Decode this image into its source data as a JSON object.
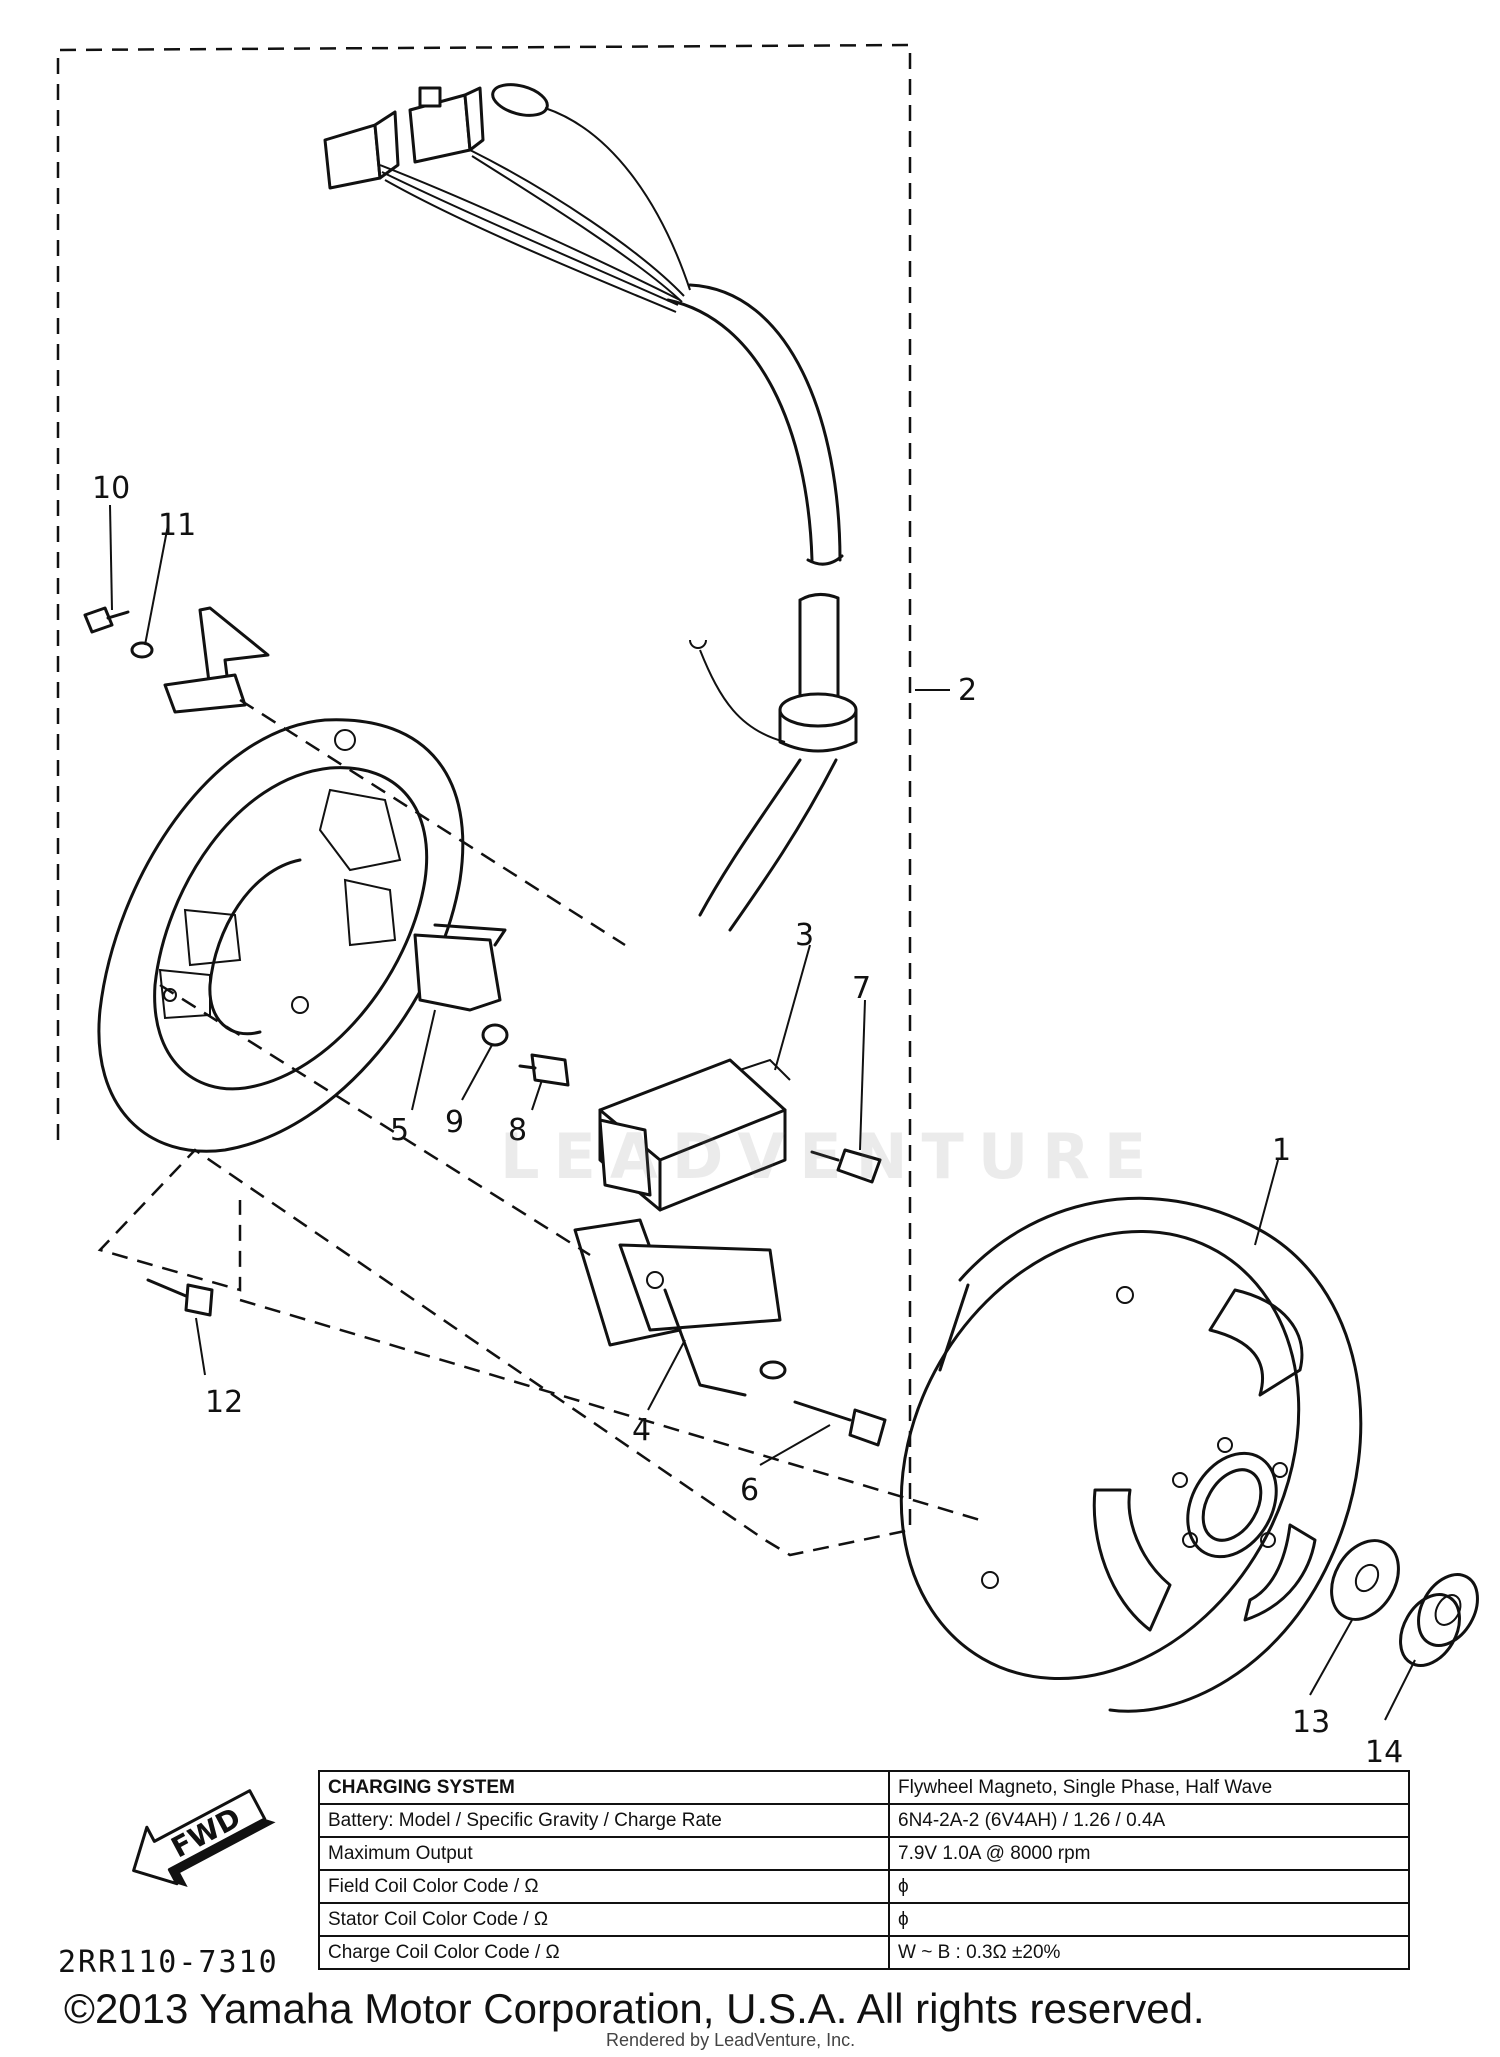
{
  "callouts": {
    "c1": "1",
    "c2": "2",
    "c3": "3",
    "c4": "4",
    "c5": "5",
    "c6": "6",
    "c7": "7",
    "c8": "8",
    "c9": "9",
    "c10": "10",
    "c11": "11",
    "c12": "12",
    "c13": "13",
    "c14": "14"
  },
  "watermark": "LEADVENTURE",
  "fwd_label": "FWD",
  "part_code": "2RR110-7310",
  "spec_table": {
    "rows": [
      {
        "label": "CHARGING SYSTEM",
        "value": "Flywheel Magneto, Single Phase, Half Wave"
      },
      {
        "label": "Battery: Model / Specific Gravity / Charge Rate",
        "value": "6N4-2A-2 (6V4AH) / 1.26 / 0.4A"
      },
      {
        "label": "Maximum Output",
        "value": "7.9V 1.0A @ 8000 rpm"
      },
      {
        "label": "Field Coil Color Code / Ω",
        "value": "ϕ"
      },
      {
        "label": "Stator Coil Color Code / Ω",
        "value": "ϕ"
      },
      {
        "label": "Charge Coil Color Code / Ω",
        "value": "W ~ B : 0.3Ω ±20%"
      }
    ]
  },
  "copyright": "©2013 Yamaha Motor Corporation, U.S.A. All rights reserved.",
  "rendered_by": "Rendered by LeadVenture, Inc."
}
